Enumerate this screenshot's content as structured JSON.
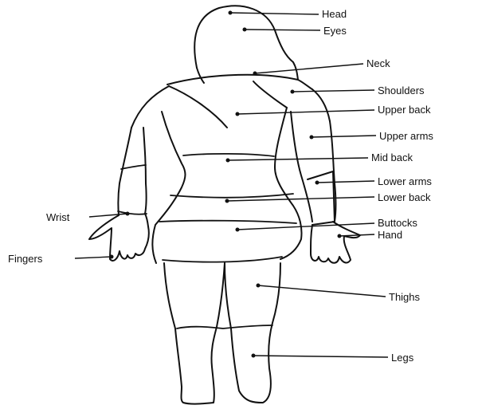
{
  "labels": {
    "head": "Head",
    "eyes": "Eyes",
    "neck": "Neck",
    "shoulders": "Shoulders",
    "upper_back": "Upper back",
    "upper_arms": "Upper arms",
    "mid_back": "Mid back",
    "lower_arms": "Lower arms",
    "lower_back": "Lower back",
    "wrist": "Wrist",
    "buttocks": "Buttocks",
    "hand": "Hand",
    "fingers": "Fingers",
    "thighs": "Thighs",
    "legs": "Legs"
  },
  "colors": {
    "ink": "#111111",
    "background": "#ffffff"
  }
}
